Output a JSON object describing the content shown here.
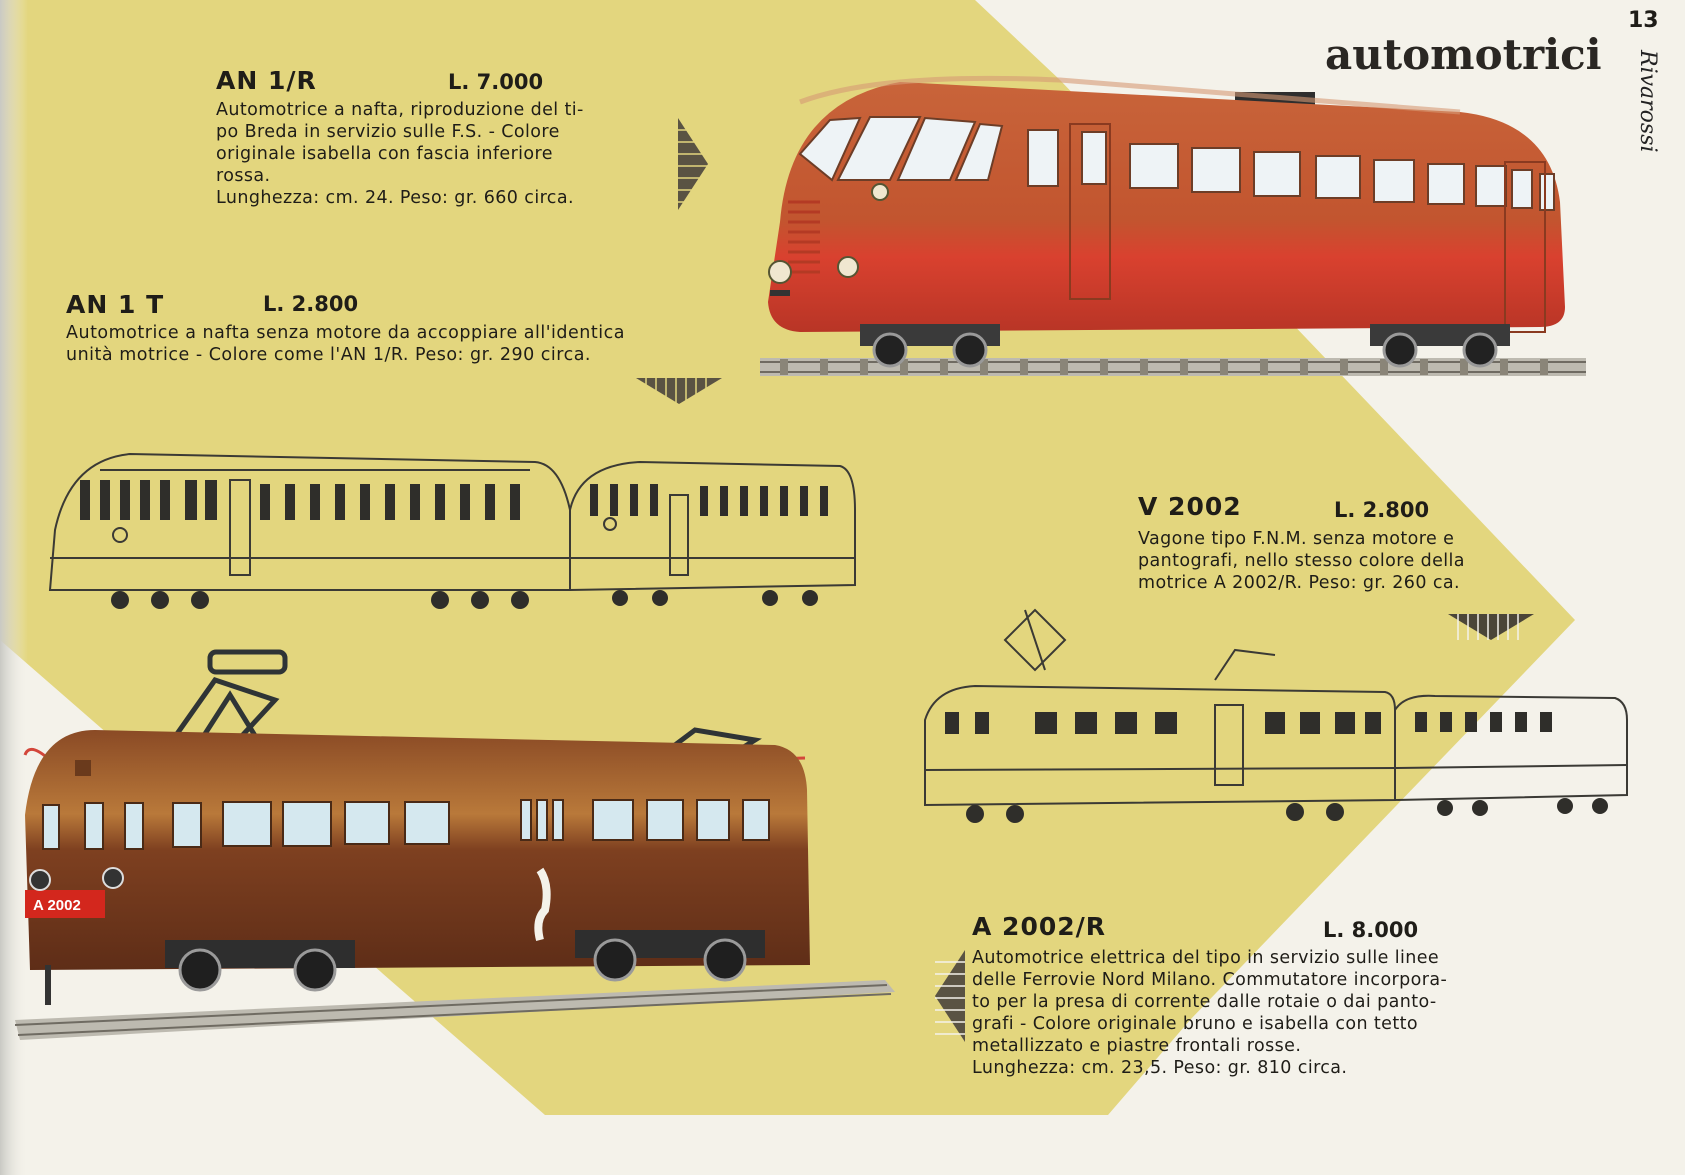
{
  "page": {
    "number": "13",
    "section_title": "automotrici",
    "brand_script": "Rivarossi",
    "colors": {
      "paper": "#f4f2ea",
      "yellow_panel": "#e3d67e",
      "red_livery": "#d9412f",
      "brown_livery": "#7e4020"
    }
  },
  "products": [
    {
      "code": "AN 1/R",
      "price": "L. 7.000",
      "desc_lines": [
        "Automotrice a nafta, riproduzione del ti-",
        "po Breda in servizio sulle F.S. - Colore",
        "originale isabella con fascia inferiore",
        "rossa.",
        "Lunghezza: cm. 24. Peso: gr. 660 circa."
      ]
    },
    {
      "code": "AN 1 T",
      "price": "L. 2.800",
      "desc_lines": [
        "Automotrice a nafta senza motore da accoppiare all'identica",
        "unità motrice - Colore come l'AN 1/R. Peso: gr. 290 circa."
      ]
    },
    {
      "code": "V 2002",
      "price": "L. 2.800",
      "desc_lines": [
        "Vagone tipo F.N.M. senza motore e",
        "pantografi, nello stesso colore della",
        "motrice A 2002/R. Peso: gr. 260 ca."
      ]
    },
    {
      "code": "A 2002/R",
      "price": "L. 8.000",
      "desc_lines": [
        "Automotrice elettrica del tipo in servizio sulle linee",
        "delle Ferrovie Nord Milano. Commutatore incorpora-",
        "to per la presa di corrente dalle rotaie o dai panto-",
        "grafi - Colore originale bruno e isabella con tetto",
        "metallizzato e piastre frontali rosse.",
        "Lunghezza: cm. 23,5. Peso: gr. 810 circa."
      ]
    }
  ],
  "images": [
    {
      "subject": "AN 1/R railcar photo"
    },
    {
      "subject": "AN 1/R + AN 1 T line drawing"
    },
    {
      "subject": "A 2002/R electric railcar photo",
      "plate": "A 2002"
    },
    {
      "subject": "A 2002/R + V 2002 line drawing"
    }
  ]
}
